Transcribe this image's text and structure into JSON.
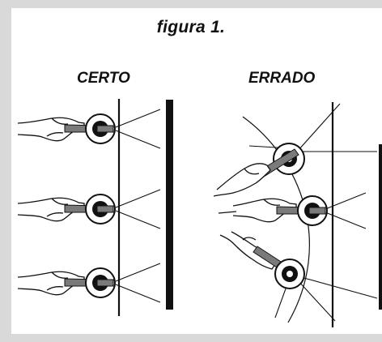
{
  "figure": {
    "title": "figura 1.",
    "left_label": "CERTO",
    "right_label": "ERRADO"
  },
  "colors": {
    "frame": "#d9d9d9",
    "ink": "#111111",
    "tool": "#7a7a7a"
  },
  "icons": {
    "hand": "hand-icon",
    "spray_gun": "spray-gun-icon",
    "spray_fan": "spray-fan-icon"
  }
}
